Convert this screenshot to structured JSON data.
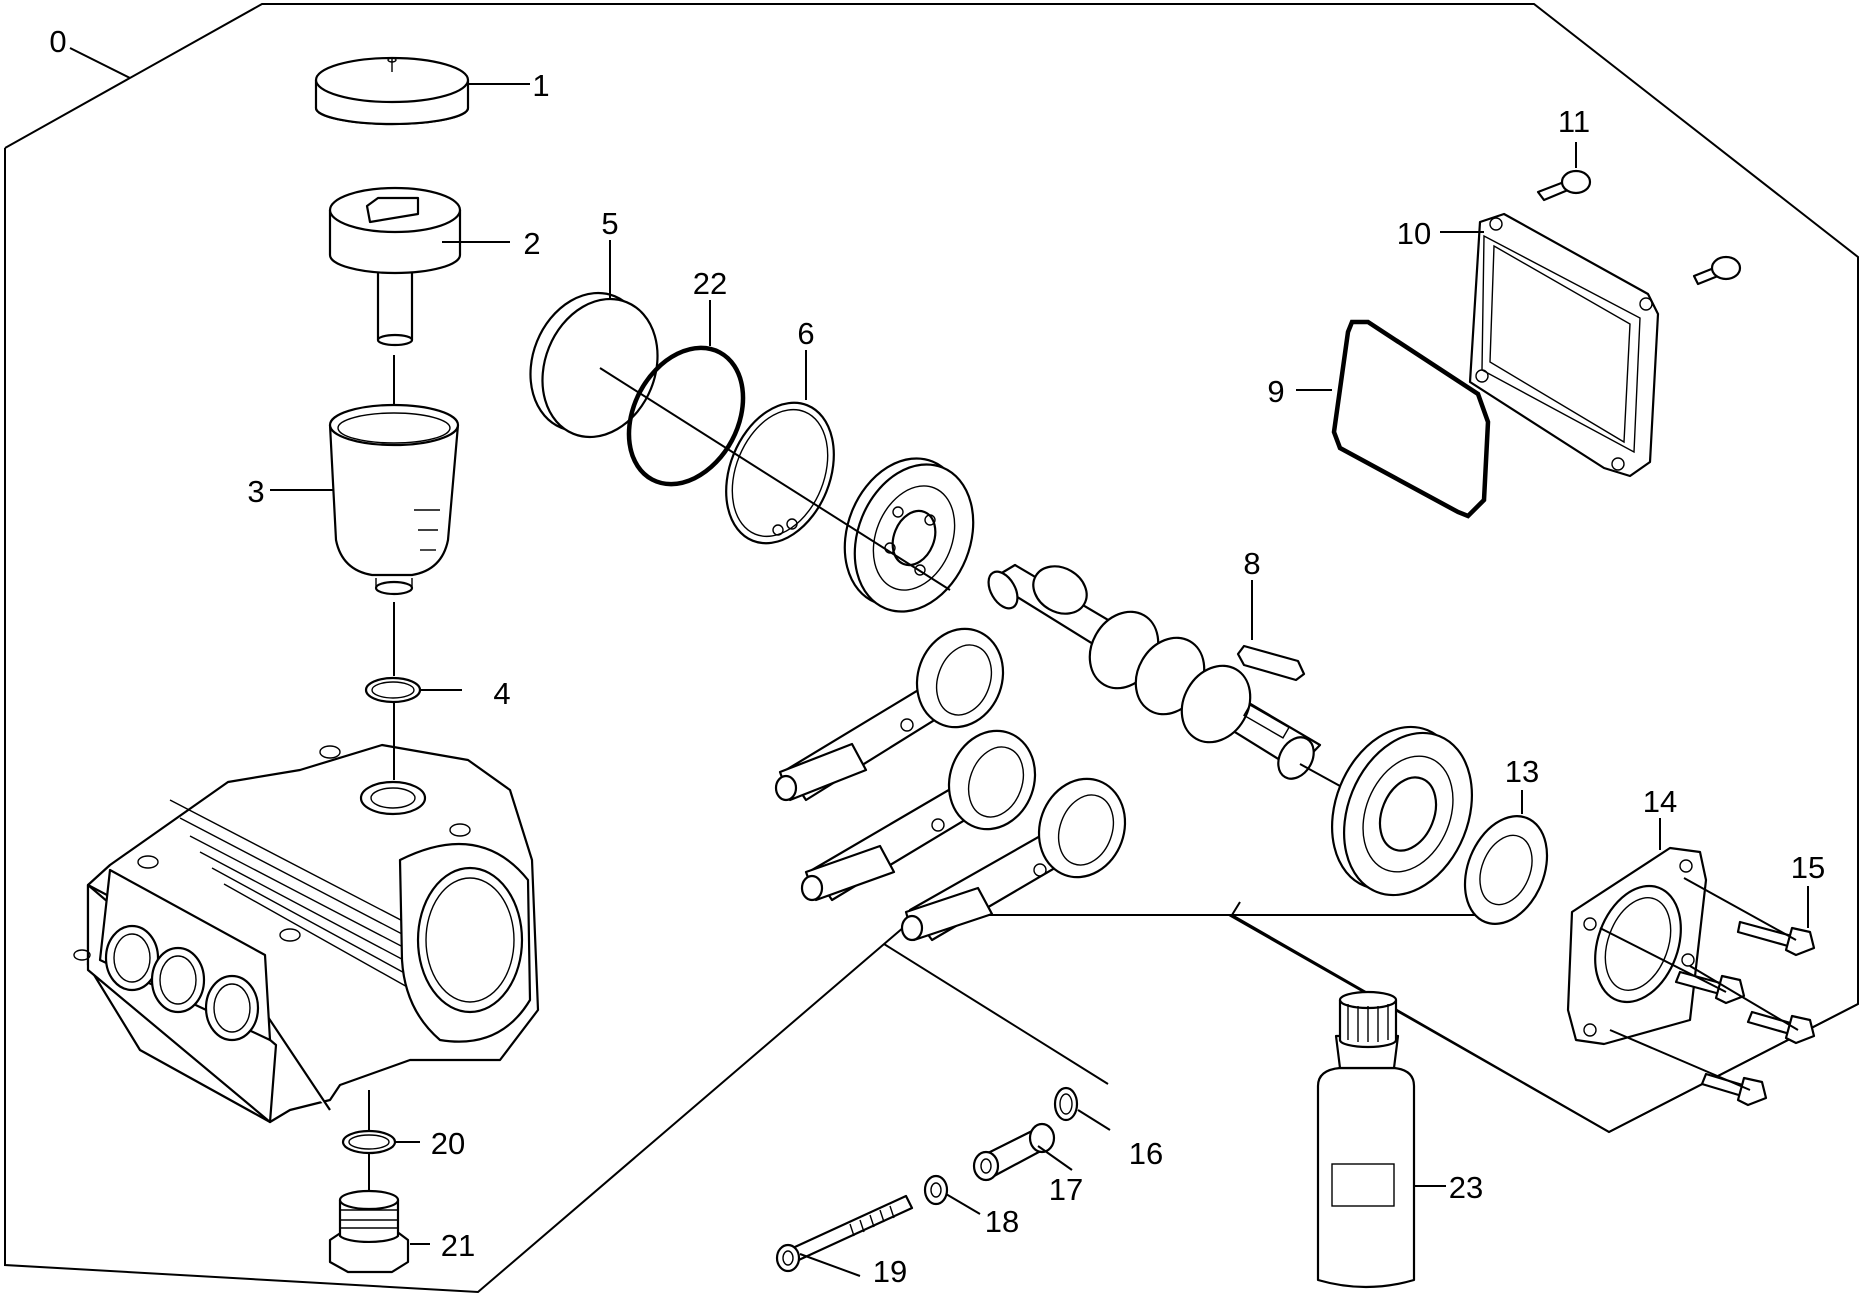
{
  "diagram": {
    "callouts": [
      "0",
      "1",
      "2",
      "3",
      "4",
      "5",
      "22",
      "6",
      "8",
      "9",
      "10",
      "11",
      "13",
      "14",
      "15",
      "16",
      "17",
      "18",
      "19",
      "20",
      "21",
      "23"
    ]
  }
}
